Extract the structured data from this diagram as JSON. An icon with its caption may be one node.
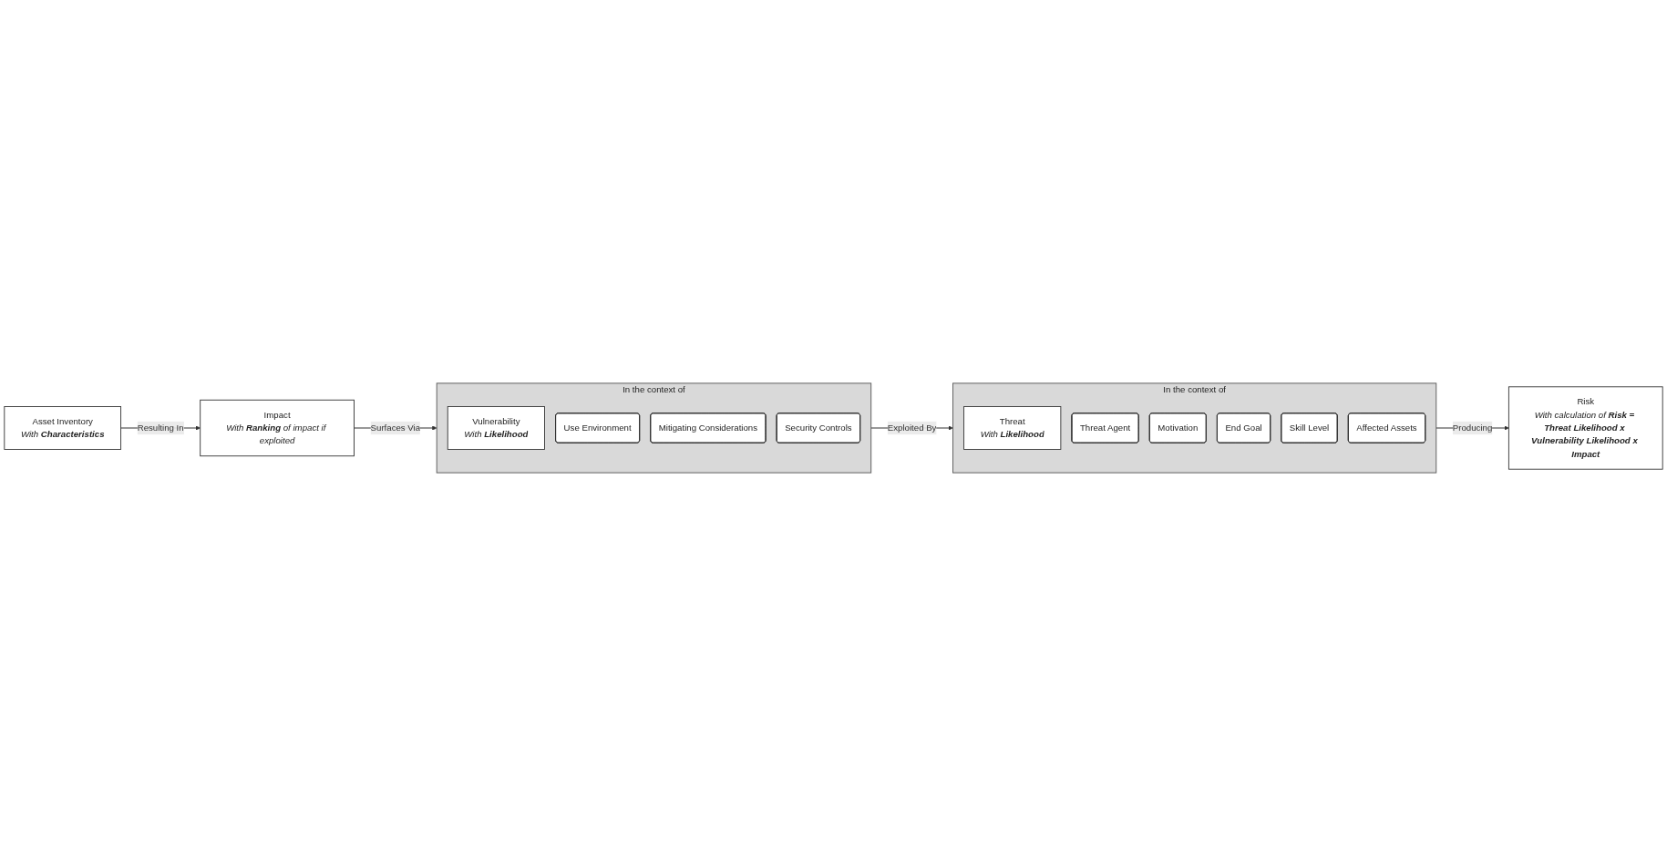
{
  "diagram": {
    "nodes": [
      {
        "text": [
          "Impact",
          "With **Ranking** of impact if exploited"
        ]
      },
      {
        "text": [
          "In the context of"
        ]
      },
      {
        "text": [
          "Vulnerability",
          "With **Likelihood**"
        ],
        "in": 1
      },
      {
        "text": [
          "Use Environment"
        ],
        "in": 1
      },
      {
        "text": [
          "Mitigating Considerations"
        ],
        "in": 1
      },
      {
        "text": [
          "Security Controls"
        ],
        "in": 1
      },
      {
        "text": [
          "In the context of"
        ]
      },
      {
        "text": [
          "Threat",
          "With **Likelihood**"
        ],
        "in": 6
      },
      {
        "text": [
          "Threat Agent"
        ],
        "in": 6
      },
      {
        "text": [
          "Motivation"
        ],
        "in": 6
      },
      {
        "text": [
          "End Goal"
        ],
        "in": 6
      },
      {
        "text": [
          "Skill Level"
        ],
        "in": 6
      },
      {
        "text": [
          "Affected Assets"
        ],
        "in": 6
      },
      {
        "text": [
          "Risk",
          "With calculation of **Risk = Threat Likelihood x Vulnerability Likelihood x Impact**"
        ]
      },
      {
        "text": [
          "Asset Inventory",
          "With **Characteristics**"
        ]
      }
    ],
    "edges": [
      {
        "from": 0,
        "to": 1,
        "arrow": "to",
        "label": "Surfaces Via"
      },
      {
        "from": 1,
        "to": 6,
        "arrow": "to",
        "label": "Exploited By"
      },
      {
        "from": 6,
        "to": 13,
        "arrow": "to",
        "label": "Producing"
      },
      {
        "from": 14,
        "to": 0,
        "arrow": "to",
        "label": "Resulting In"
      }
    ]
  }
}
